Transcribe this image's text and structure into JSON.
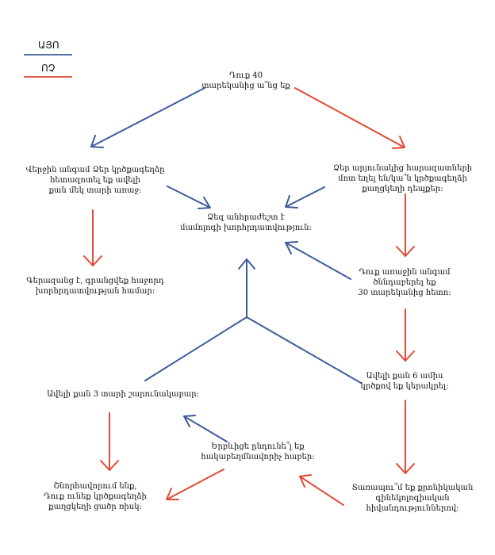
{
  "legend": {
    "yes": {
      "label": "ԱՅՈ",
      "color": "#3e5c9a"
    },
    "no": {
      "label": "ՈՉ",
      "color": "#e24a33"
    }
  },
  "nodes": {
    "q_age": "Դուք 40\nտարեկանից ա՞նց եք",
    "q_last_exam": "Վերջին անգամ Ձեր կրծքագեղձը\nհետազոտել եք ավելի\nքան մեկ տարի առաջ:",
    "q_relatives": "Ձեր արյունակից հարազատների\nմոտ եղել են/կա՞ն կրծքագեղձի\nքաղցկեղի դեպքեր:",
    "result_need": "Ձեզ անհրաժեշտ է\nմամոլոգի խորհրդատվություն:",
    "result_great": "Գերազանց է, գրանցվեք հաջորդ\nխորհրդատվության համար:",
    "q_first_birth": "Դուք առաջին անգամ\nծննդաբերել եք\n30 տարեկանից հետո:",
    "q_feeding": "Ավելի քան 6 ամիս\nկրծքով եք կերակրել:",
    "q_3years": "Ավելի քան 3 տարի շարունակաբար:",
    "q_contraceptives": "Երբևիցե ընդունե՞լ եք\nհակաբեղմնավորիչ հաբեր:",
    "result_low": "Շնորհավորում ենք,\nԴուք ունեք կրծքագեղձի\nքաղցկեղի ցածր ռիսկ:",
    "q_chronic": "Տառապու՞մ եք քրոնիկական\nգինեկոլոգիական\nհիվանդություններով:"
  }
}
